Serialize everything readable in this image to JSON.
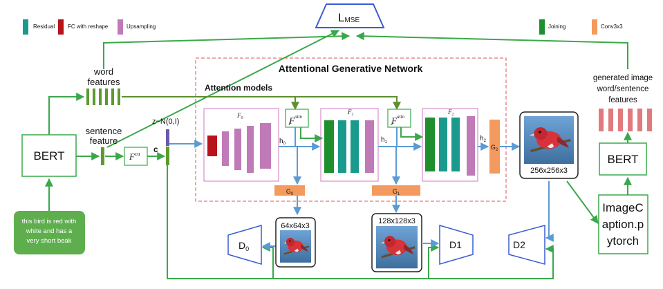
{
  "legend": {
    "residual": "Residual",
    "fc_reshape": "FC with reshape",
    "upsampling": "Upsampling",
    "joining": "Joining",
    "conv3x3": "Conv3x3"
  },
  "colors": {
    "residual": "#1a9a8c",
    "fc": "#b8121b",
    "upsampling": "#c07ab8",
    "joining": "#1f8f2e",
    "conv": "#f49a5e",
    "arrow_green": "#3aa84a",
    "arrow_blue": "#5a9bd5",
    "loss_border": "#3a5bd6",
    "word_bar": "#e07a7e"
  },
  "loss": {
    "main": "L",
    "sub": "MSE"
  },
  "network": {
    "title": "Attentional Generative Network",
    "attention_label": "Attention models",
    "f0_sym": "F",
    "f0_sub": "0",
    "f1_sym": "F",
    "f1_sub": "1",
    "f2_sym": "F",
    "f2_sub": "2",
    "attn1_sym": "F",
    "attn1_sup": "attn",
    "attn1_sub": "1",
    "attn2_sym": "F",
    "attn2_sup": "attn",
    "attn2_sub": "2",
    "h0_sym": "h",
    "h0_sub": "0",
    "h1_sym": "h",
    "h1_sub": "1",
    "h2_sym": "h",
    "h2_sub": "2",
    "g0_sym": "G",
    "g0_sub": "0",
    "g1_sym": "G",
    "g1_sub": "1",
    "g2_sym": "G",
    "g2_sub": "2"
  },
  "inputs": {
    "word_features": "word\nfeatures",
    "sentence_feature": "sentence\nfeature",
    "bert": "BERT",
    "fca_sym": "F",
    "fca_sup": "ca",
    "c_label": "c",
    "noise": "z~N(0,I)",
    "caption": "this bird is red with\nwhite and has a\nvery short beak"
  },
  "outputs": {
    "res0": "64x64x3",
    "res1": "128x128x3",
    "res2": "256x256x3",
    "d0_sym": "D",
    "d0_sub": "0",
    "d1": "D1",
    "d2": "D2"
  },
  "right": {
    "generated": "generated image\nword/sentence\nfeatures",
    "bert": "BERT",
    "captioner": "ImageC\naption.p\nytorch"
  }
}
